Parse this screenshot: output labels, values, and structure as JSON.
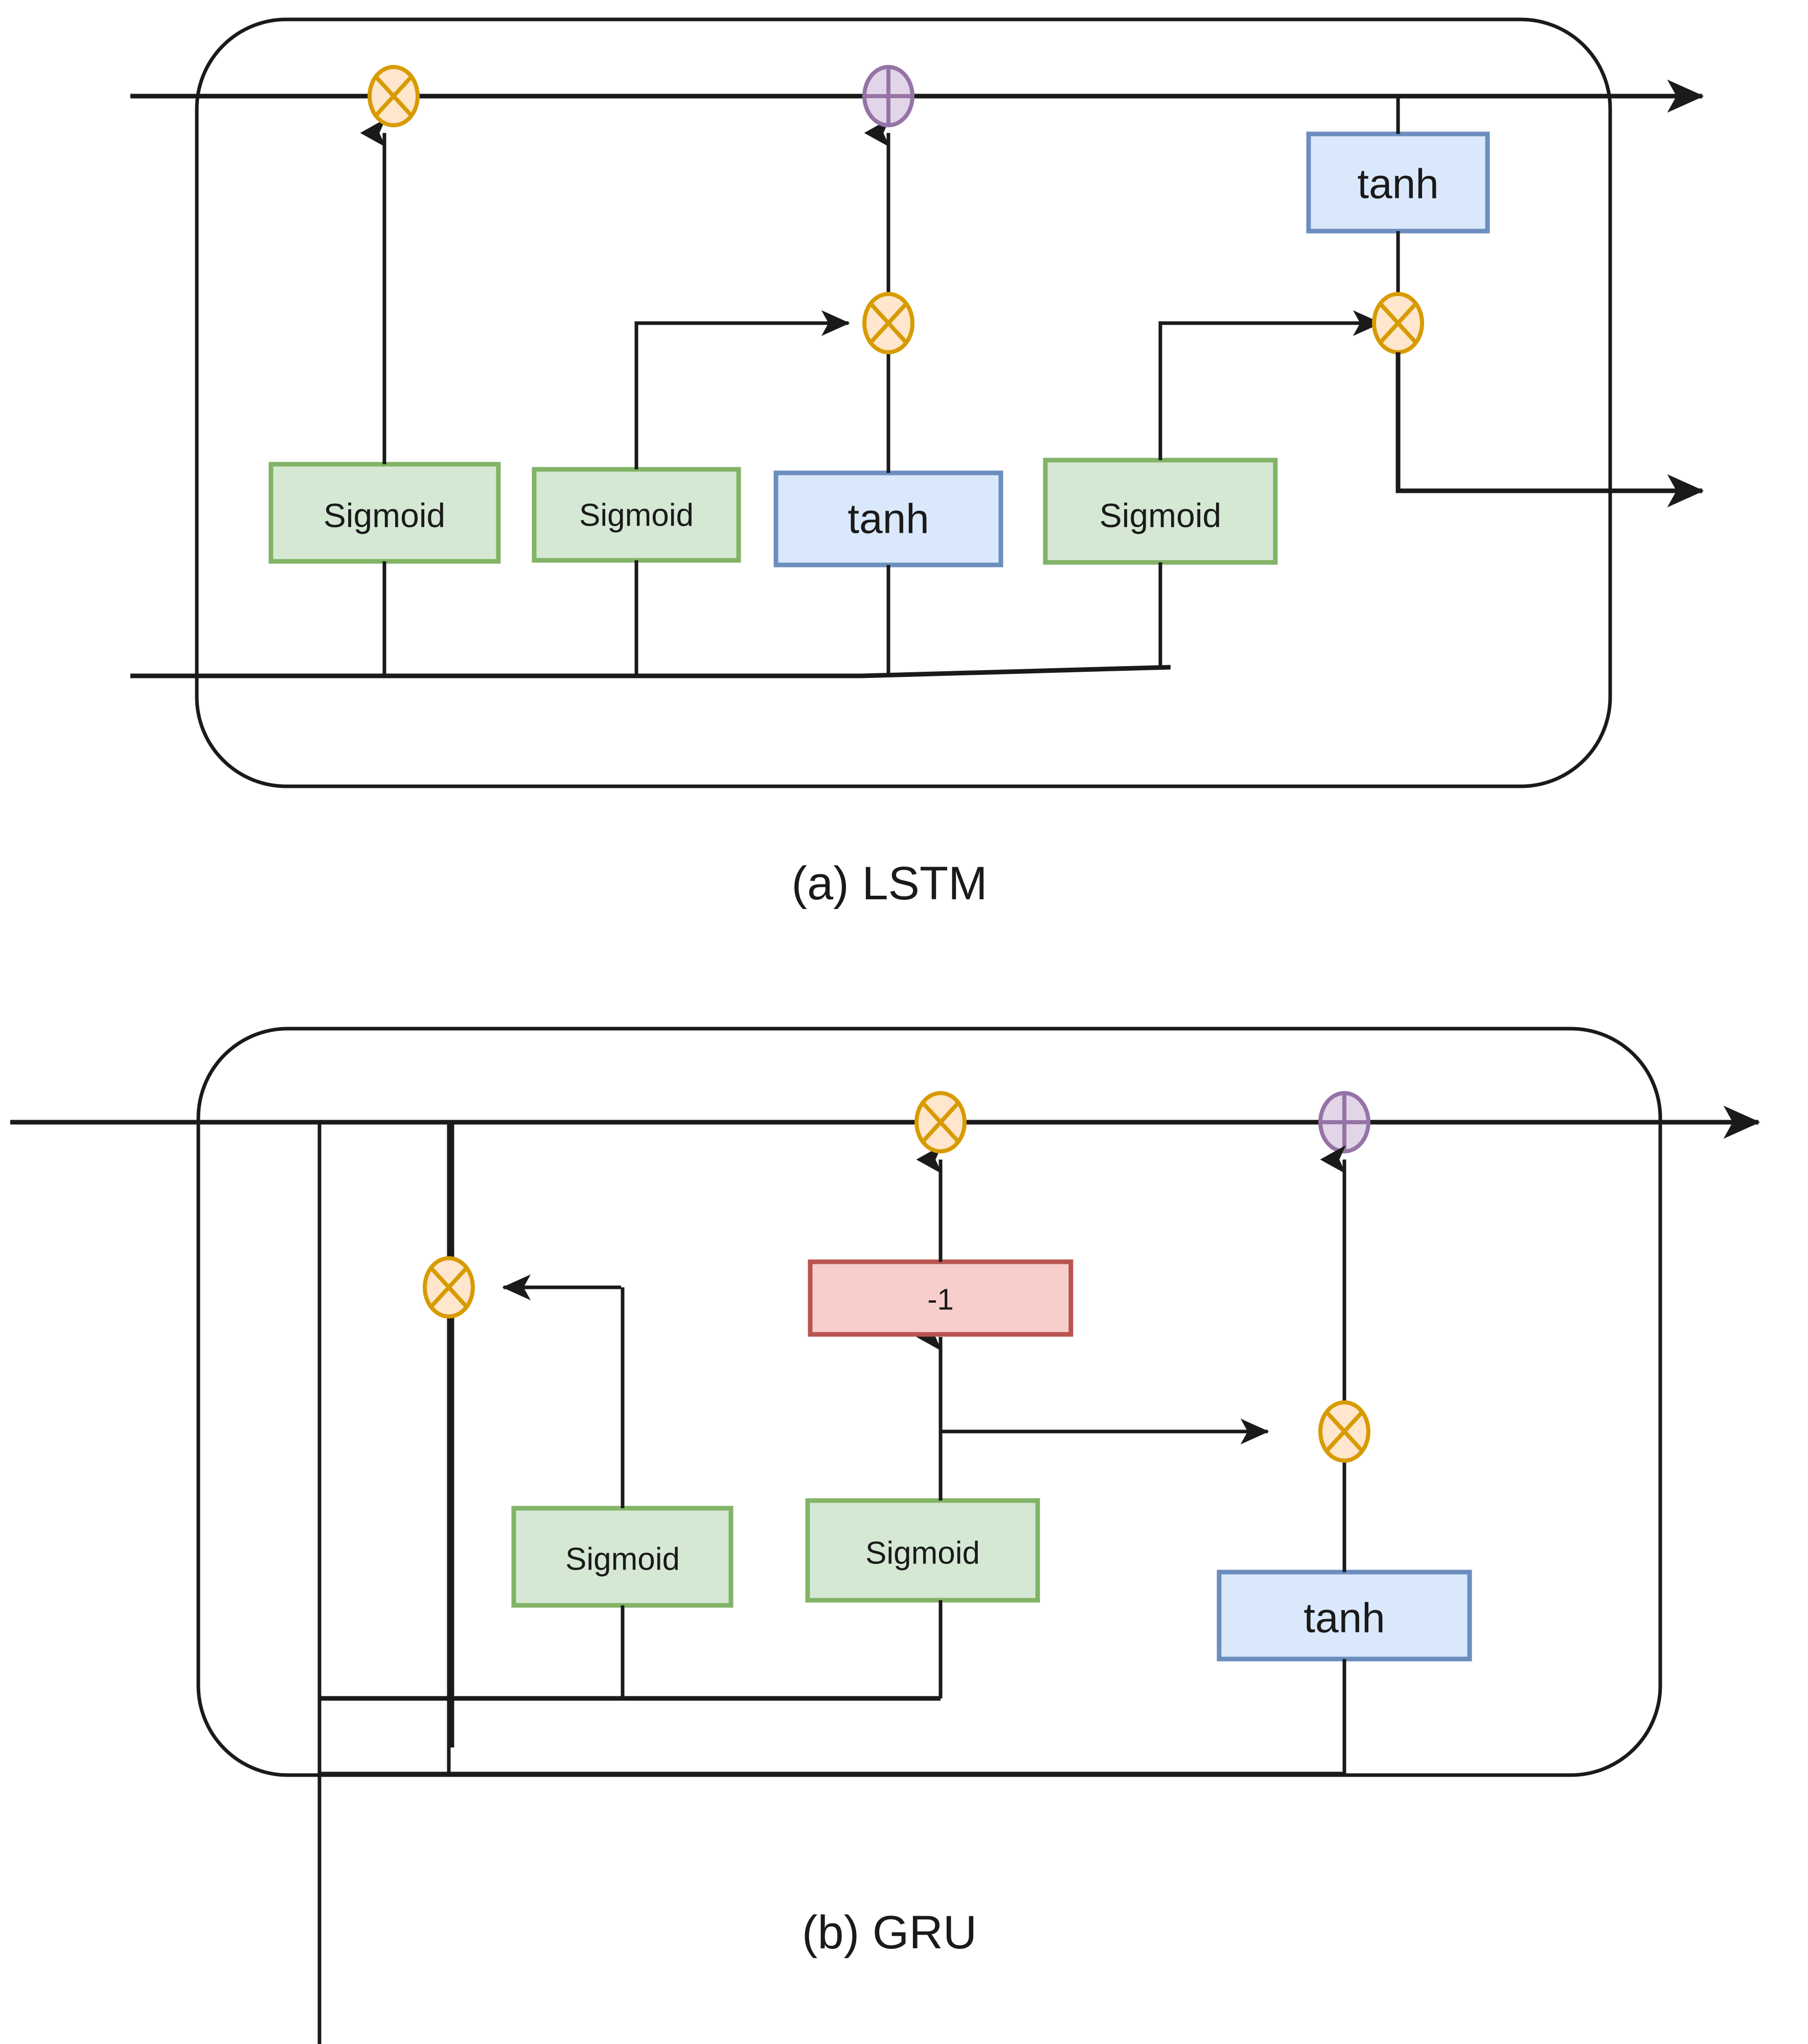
{
  "figure": {
    "title": "LSTM and GRU cell architecture diagrams",
    "panels": [
      {
        "id": "lstm",
        "caption": "(a) LSTM",
        "gates": [
          {
            "label": "Sigmoid",
            "kind": "sigmoid"
          },
          {
            "label": "Sigmoid",
            "kind": "sigmoid"
          },
          {
            "label": "tanh",
            "kind": "tanh"
          },
          {
            "label": "Sigmoid",
            "kind": "sigmoid"
          },
          {
            "label": "tanh",
            "kind": "tanh"
          }
        ],
        "operators": [
          {
            "symbol": "x",
            "name": "multiply"
          },
          {
            "symbol": "+",
            "name": "add"
          },
          {
            "symbol": "x",
            "name": "multiply"
          },
          {
            "symbol": "x",
            "name": "multiply"
          }
        ]
      },
      {
        "id": "gru",
        "caption": "(b) GRU",
        "gates": [
          {
            "label": "Sigmoid",
            "kind": "sigmoid"
          },
          {
            "label": "Sigmoid",
            "kind": "sigmoid"
          },
          {
            "label": "-1",
            "kind": "negate"
          },
          {
            "label": "tanh",
            "kind": "tanh"
          }
        ],
        "operators": [
          {
            "symbol": "x",
            "name": "multiply"
          },
          {
            "symbol": "x",
            "name": "multiply"
          },
          {
            "symbol": "+",
            "name": "add"
          },
          {
            "symbol": "x",
            "name": "multiply"
          }
        ]
      }
    ]
  },
  "labels": {
    "sigmoid": "Sigmoid",
    "tanh": "tanh",
    "negate": "-1",
    "caption_a": "(a) LSTM",
    "caption_b": "(b) GRU"
  },
  "colors": {
    "sigmoid_fill": "#d5e8d4",
    "sigmoid_border": "#82b366",
    "tanh_fill": "#dae8fc",
    "tanh_border": "#6c8ebf",
    "negate_fill": "#f8cecc",
    "negate_border": "#b85450",
    "multiply_fill": "#ffe6cc",
    "multiply_border": "#d79b00",
    "add_fill": "#e1d5e7",
    "add_border": "#9673a6",
    "wire": "#1a1a1a",
    "background": "#ffffff"
  }
}
